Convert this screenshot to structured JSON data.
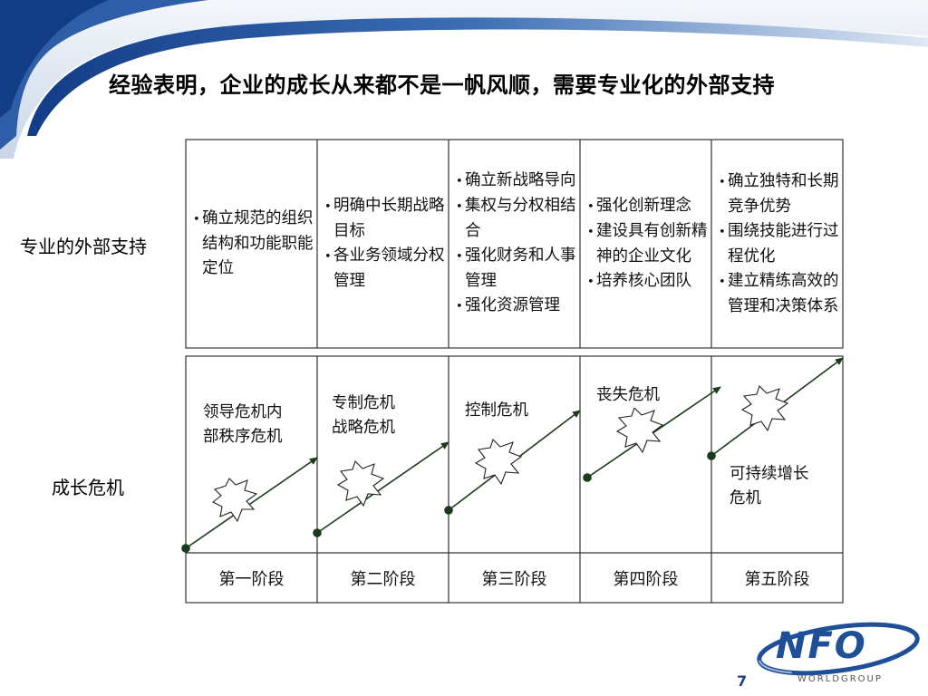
{
  "title": "经验表明，企业的成长从来都不是一帆风顺，需要专业化的外部支持",
  "row_labels": {
    "support": "专业的外部支持",
    "crisis": "成长危机"
  },
  "stages": [
    {
      "name": "第一阶段",
      "support": [
        "确立规范的组织结构和功能职能定位"
      ],
      "crisis": [
        "领导危机内",
        "部秩序危机"
      ]
    },
    {
      "name": "第二阶段",
      "support": [
        "明确中长期战略目标",
        "各业务领域分权管理"
      ],
      "crisis": [
        "专制危机",
        "战略危机"
      ]
    },
    {
      "name": "第三阶段",
      "support": [
        "确立新战略导向",
        "集权与分权相结合",
        "强化财务和人事管理",
        "强化资源管理"
      ],
      "crisis": [
        "控制危机"
      ]
    },
    {
      "name": "第四阶段",
      "support": [
        "强化创新理念",
        "建设具有创新精神的企业文化",
        "培养核心团队"
      ],
      "crisis": [
        "丧失危机"
      ]
    },
    {
      "name": "第五阶段",
      "support": [
        "确立独特和长期竞争优势",
        "围绕技能进行过程优化",
        "建立精练高效的管理和决策体系"
      ],
      "crisis": [
        "可持续增长",
        "危机"
      ]
    }
  ],
  "logo": {
    "main": "NFO",
    "sub": "WORLDGROUP"
  },
  "page_number": "7",
  "colors": {
    "swoosh": "#1f4f97",
    "swoosh_light": "#c8d6ea",
    "logo": "#1f4f97",
    "arrow": "#1a3b1a"
  }
}
